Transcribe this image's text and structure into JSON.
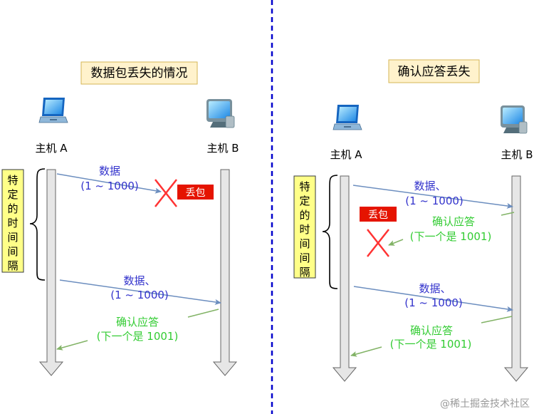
{
  "left": {
    "title": "数据包丢失的情况",
    "host_a": "主机 A",
    "host_b": "主机 B",
    "bracket_label": [
      "特",
      "定",
      "的",
      "时",
      "间",
      "间",
      "隔"
    ],
    "msg1_line1": "数据",
    "msg1_line2": "(1 ~ 1000)",
    "lost_badge": "丢包",
    "msg2_line1": "数据、",
    "msg2_line2": "(1 ~ 1000)",
    "ack_line1": "确认应答",
    "ack_line2": "(下一个是 1001)"
  },
  "right": {
    "title": "确认应答丢失",
    "host_a": "主机 A",
    "host_b": "主机 B",
    "bracket_label": [
      "特",
      "定",
      "的",
      "时",
      "间",
      "间",
      "隔"
    ],
    "msg1_line1": "数据、",
    "msg1_line2": "(1 ~ 1000)",
    "lost_badge": "丢包",
    "ack1_line1": "确认应答",
    "ack1_line2": "(下一个是 1001)",
    "msg2_line1": "数据、",
    "msg2_line2": "(1 ~ 1000)",
    "ack2_line1": "确认应答",
    "ack2_line2": "(下一个是 1001)"
  },
  "watermark": "@稀土掘金技术社区",
  "colors": {
    "title_bg": "#fff2cc",
    "title_border": "#d6b656",
    "label_bg": "#ffff88",
    "label_border": "#36393d",
    "data_text": "#3333cc",
    "data_arrow": "#6c8ebf",
    "ack": "#33cc33",
    "ack_arrow": "#82b366",
    "lost_bg": "#e51400",
    "cross": "#ff3333",
    "divider": "#0000cc",
    "timeline": "#e6e6e6"
  },
  "icons": [
    "laptop-icon",
    "desktop-computer-icon",
    "cross-icon"
  ]
}
